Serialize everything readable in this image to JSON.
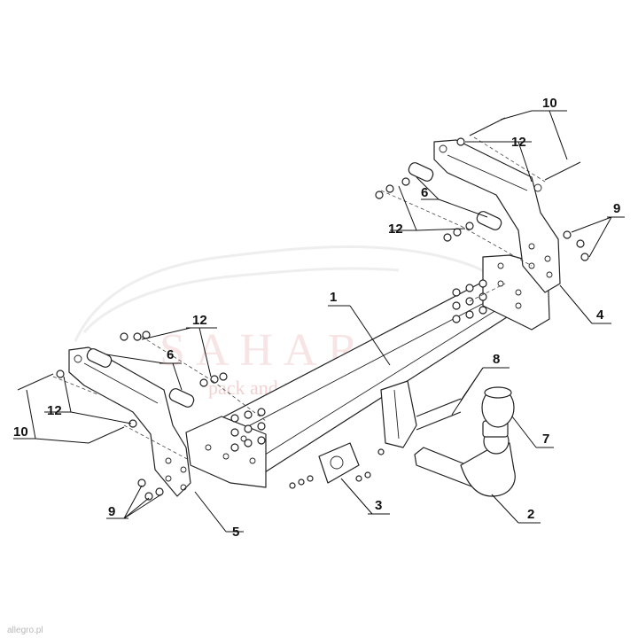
{
  "diagram": {
    "part_labels": {
      "p1": "1",
      "p2": "2",
      "p3": "3",
      "p4": "4",
      "p5": "5",
      "p6": "6",
      "p7": "7",
      "p8": "8",
      "p9": "9",
      "p10": "10",
      "p12": "12"
    },
    "watermark": {
      "brand": "SAHARA",
      "tagline": "pack and travel"
    },
    "footer": "allegro.pl"
  },
  "colors": {
    "line": "#222222",
    "watermark": "#e9b4b4"
  }
}
